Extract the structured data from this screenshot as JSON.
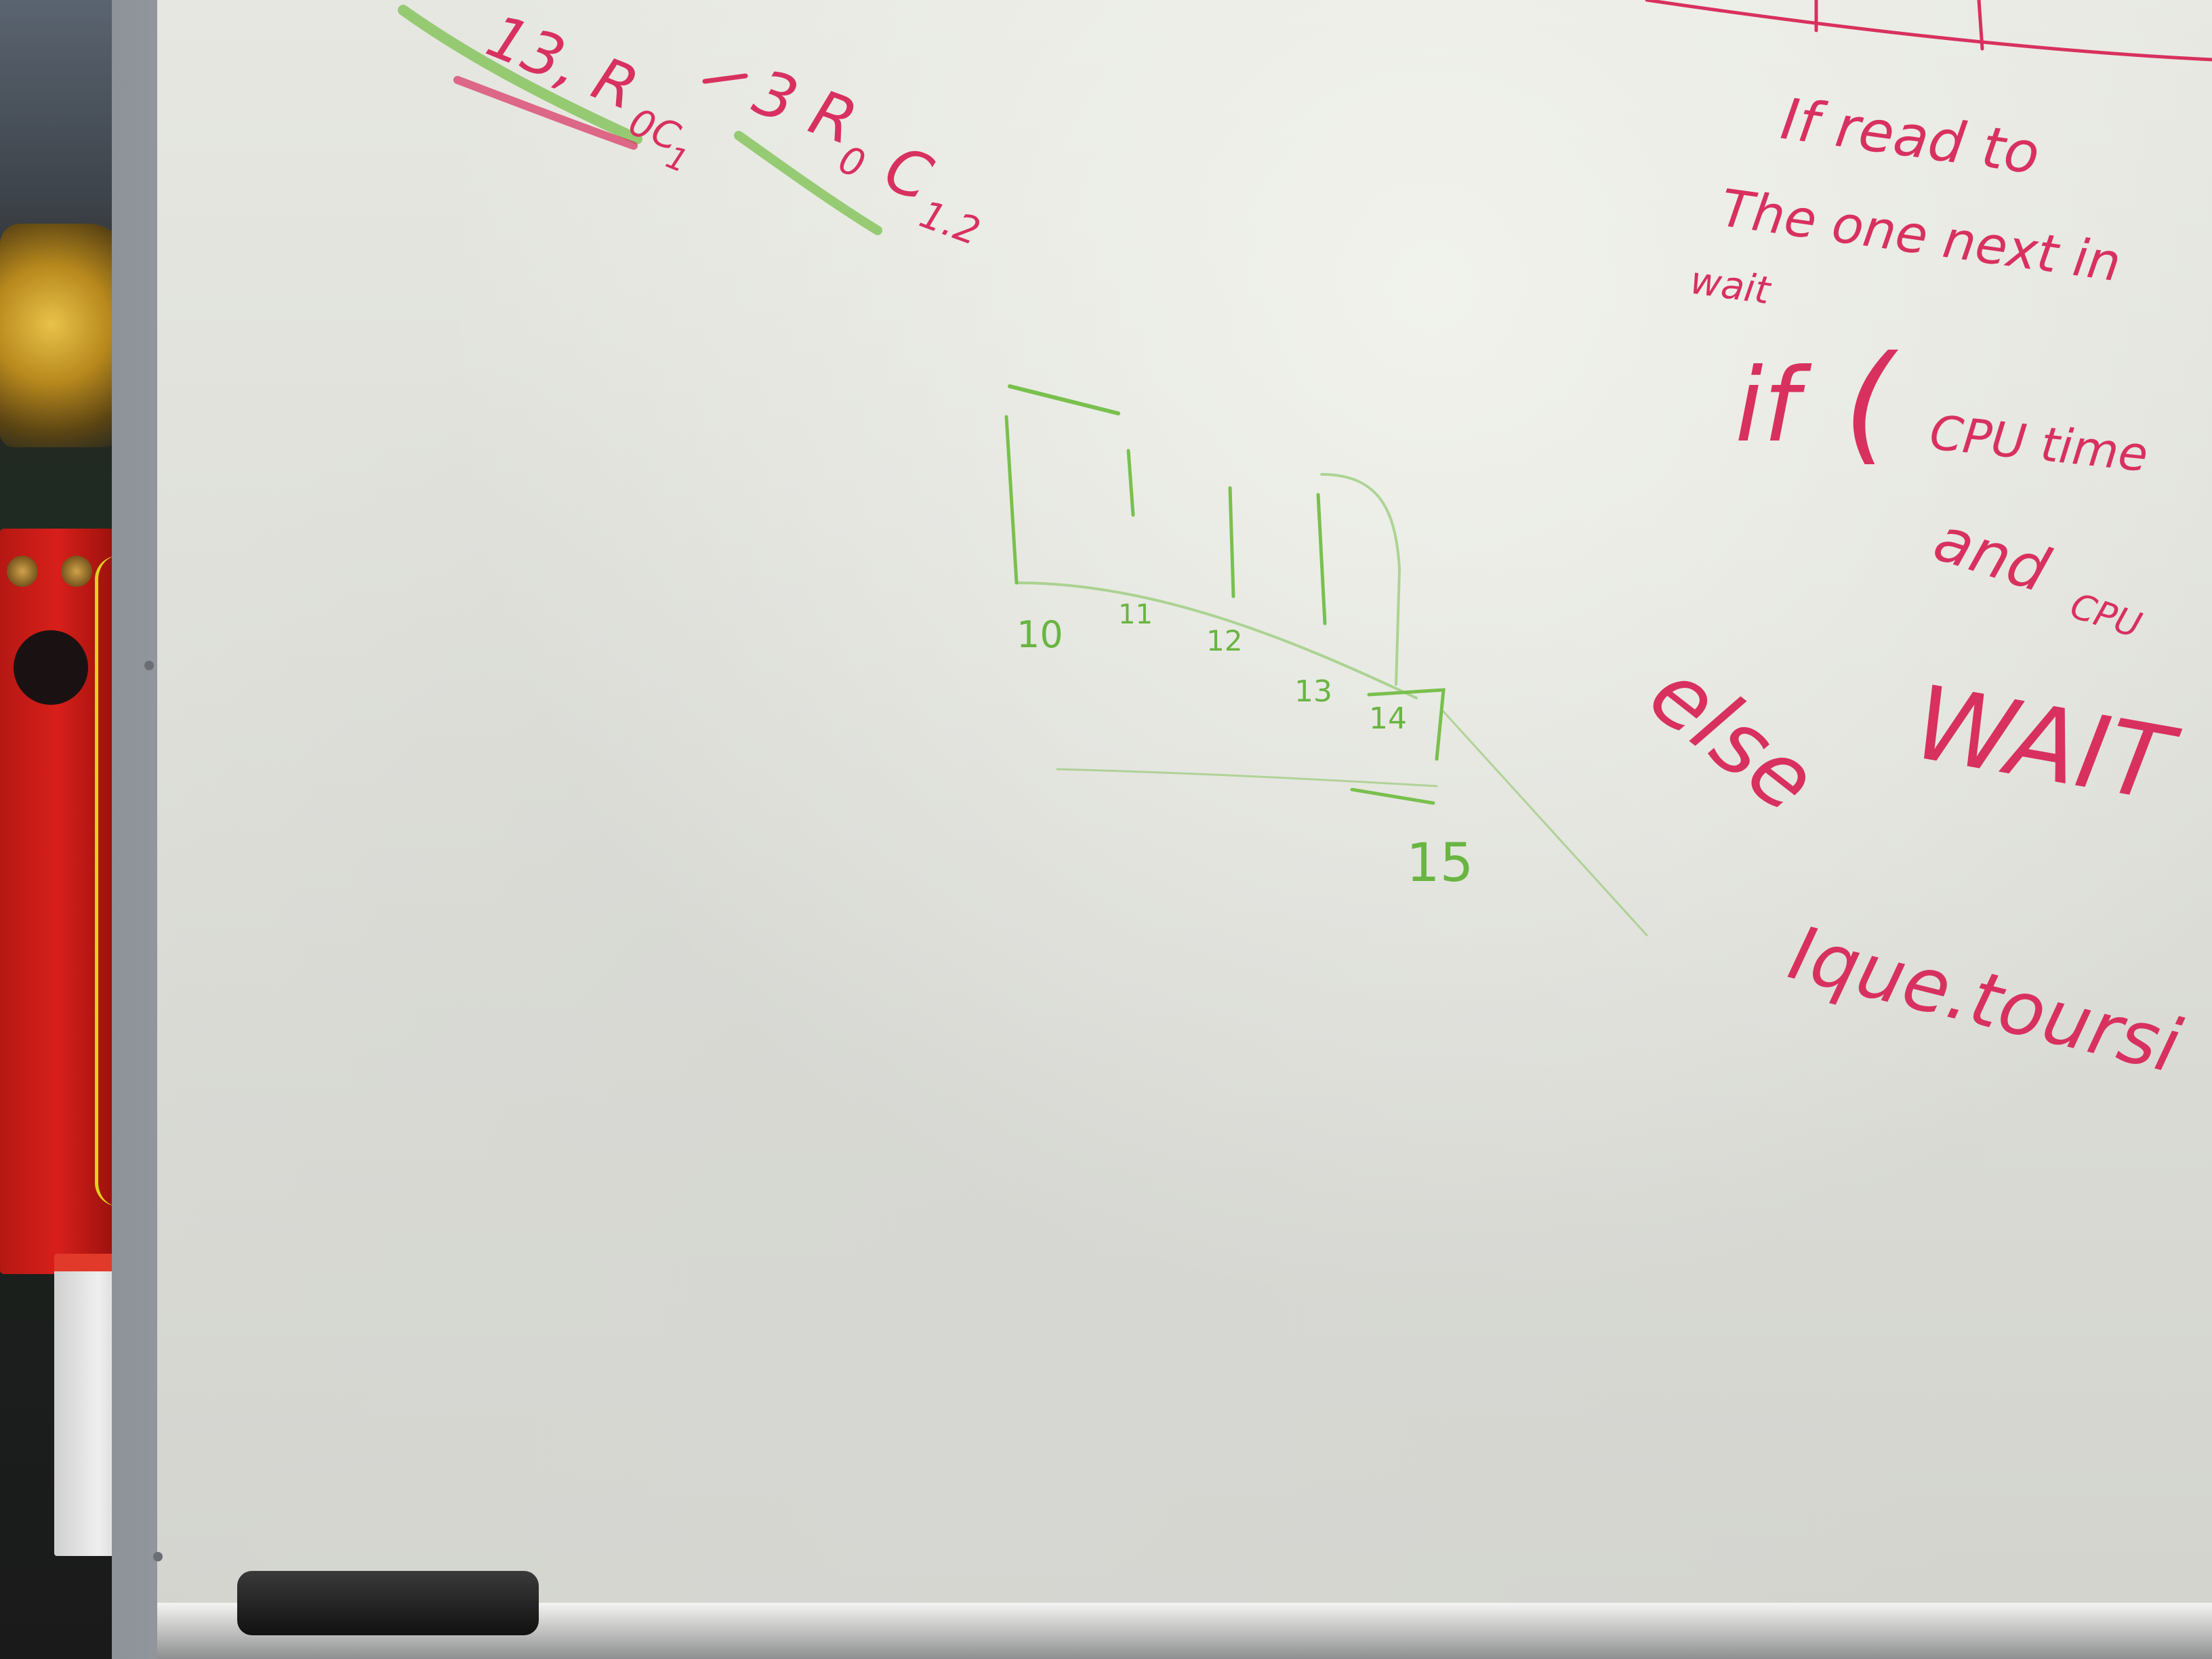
{
  "whiteboard": {
    "top_left_note": {
      "part1": "13, R",
      "part1_sub": "0C",
      "part1_sub2": "1",
      "part2": "3 R",
      "part2_sub": "0",
      "part2_tail": "C",
      "part2_tail_sub": "1.2"
    },
    "diagram": {
      "tick_labels": [
        "10",
        "11",
        "12",
        "13",
        "14"
      ],
      "bottom_label": "15"
    },
    "right_notes": {
      "line1": "If read to",
      "line2": "The one next in",
      "line3": "wait",
      "line4_if": "if",
      "line4_paren": "(",
      "line4_text": "CPU time",
      "line5": "and",
      "line5_small": "CPU",
      "line6": "WAIT",
      "line7": "else",
      "line8": "Ique.toursi"
    }
  },
  "colors": {
    "red_marker": "#d8315f",
    "green_marker": "#79c04e",
    "board": "#e3e4de"
  }
}
